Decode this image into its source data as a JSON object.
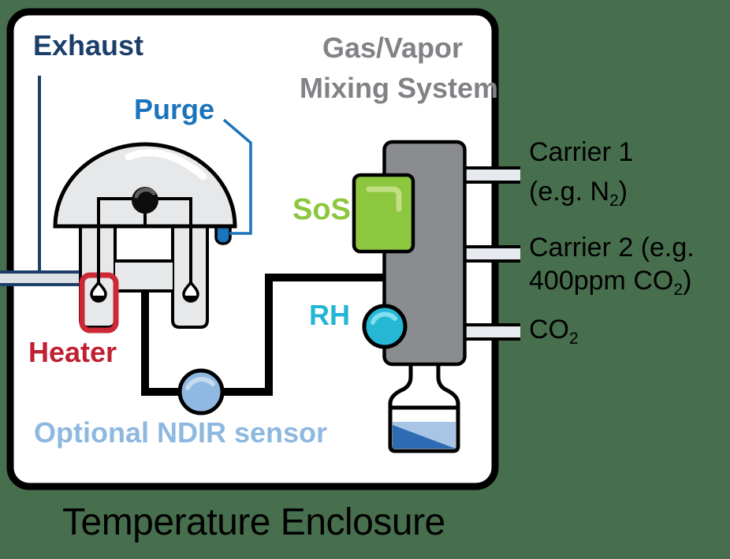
{
  "title": {
    "line1": "Gas/Vapor",
    "line2": "Mixing System"
  },
  "labels": {
    "exhaust": "Exhaust",
    "purge": "Purge",
    "heater": "Heater",
    "sos": "SoS",
    "rh": "RH",
    "ndir": "Optional NDIR sensor",
    "caption": "Temperature Enclosure"
  },
  "ports": {
    "carrier1": {
      "line1": "Carrier 1",
      "line2_pre": "(e.g. N",
      "sub": "2",
      "line2_post": ")"
    },
    "carrier2": {
      "line1": "Carrier 2 (e.g.",
      "line2_pre": "400ppm CO",
      "sub": "2",
      "line2_post": ")"
    },
    "co2": {
      "pre": "CO",
      "sub": "2"
    }
  },
  "colors": {
    "background": "#476f4e",
    "enclosure_fill": "#ffffff",
    "outline": "#000000",
    "exhaust_navy": "#1c3f69",
    "purge_blue": "#1b74bb",
    "title_gray": "#808285",
    "sos_green": "#8dc63f",
    "rh_cyan": "#25b7d3",
    "heater_red": "#cc2936",
    "heater_text_red": "#bf2032",
    "ndir_blue": "#8fb9e2",
    "manifold_gray": "#8a8c8f",
    "chamber_gray": "#e7e8ea",
    "liquid_light": "#a9c5e6",
    "liquid_dark": "#2d6cb3"
  }
}
